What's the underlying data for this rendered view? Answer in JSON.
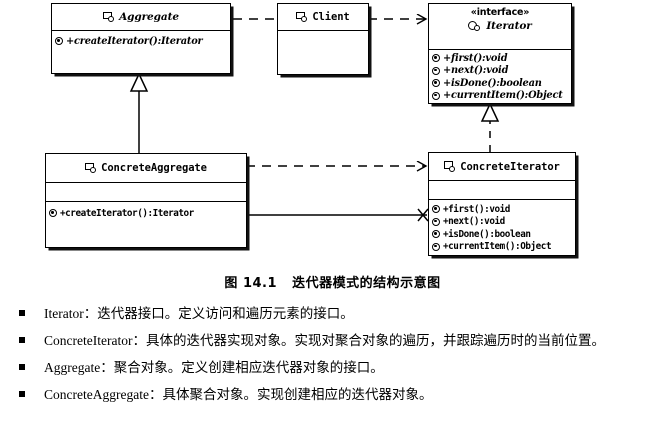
{
  "diagram": {
    "title": "Iterator pattern UML class diagram",
    "classes": [
      {
        "id": "aggregate",
        "name": "Aggregate",
        "abstract": true,
        "stereotype": "",
        "icon": "class-icon",
        "methods": [
          {
            "text": "+createIterator():Iterator",
            "abstract": true
          }
        ]
      },
      {
        "id": "client",
        "name": "Client",
        "abstract": false,
        "stereotype": "",
        "icon": "class-icon",
        "methods": []
      },
      {
        "id": "iterator",
        "name": "Iterator",
        "abstract": true,
        "stereotype": "«interface»",
        "icon": "interface-icon",
        "methods": [
          {
            "text": "+first():void",
            "abstract": true
          },
          {
            "text": "+next():void",
            "abstract": true
          },
          {
            "text": "+isDone():boolean",
            "abstract": true
          },
          {
            "text": "+currentItem():Object",
            "abstract": true
          }
        ]
      },
      {
        "id": "concrete-aggregate",
        "name": "ConcreteAggregate",
        "abstract": false,
        "stereotype": "",
        "icon": "class-icon",
        "methods": [
          {
            "text": "+createIterator():Iterator",
            "abstract": false
          }
        ]
      },
      {
        "id": "concrete-iterator",
        "name": "ConcreteIterator",
        "abstract": false,
        "stereotype": "",
        "icon": "class-icon",
        "methods": [
          {
            "text": "+first():void",
            "abstract": false
          },
          {
            "text": "+next():void",
            "abstract": false
          },
          {
            "text": "+isDone():boolean",
            "abstract": false
          },
          {
            "text": "+currentItem():Object",
            "abstract": false
          }
        ]
      }
    ],
    "connectors": [
      {
        "from": "client",
        "to": "aggregate",
        "type": "dependency",
        "style": "dashed",
        "arrow": "open"
      },
      {
        "from": "client",
        "to": "iterator",
        "type": "dependency",
        "style": "dashed",
        "arrow": "open"
      },
      {
        "from": "concrete-aggregate",
        "to": "aggregate",
        "type": "generalization",
        "style": "solid",
        "arrow": "hollow-triangle"
      },
      {
        "from": "concrete-iterator",
        "to": "iterator",
        "type": "realization",
        "style": "dashed",
        "arrow": "hollow-triangle"
      },
      {
        "from": "concrete-aggregate",
        "to": "concrete-iterator",
        "type": "dependency",
        "style": "dashed",
        "arrow": "open"
      },
      {
        "from": "concrete-iterator",
        "to": "concrete-aggregate",
        "type": "association",
        "style": "solid",
        "arrow": "open"
      }
    ]
  },
  "caption": {
    "number": "图 14.1",
    "text": "迭代器模式的结构示意图"
  },
  "bullets": [
    {
      "term": "Iterator",
      "desc": "：迭代器接口。定义访问和遍历元素的接口。"
    },
    {
      "term": "ConcreteIterator",
      "desc": "：具体的迭代器实现对象。实现对聚合对象的遍历，并跟踪遍历时的当前位置。"
    },
    {
      "term": "Aggregate",
      "desc": "：聚合对象。定义创建相应迭代器对象的接口。"
    },
    {
      "term": "ConcreteAggregate",
      "desc": "：具体聚合对象。实现创建相应的迭代器对象。"
    }
  ],
  "colors": {
    "ink": "#000000",
    "paper": "#ffffff"
  }
}
